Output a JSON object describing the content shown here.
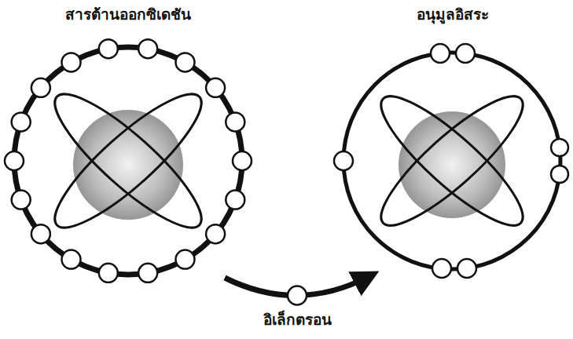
{
  "diagram": {
    "nodes": [
      {
        "text": [
          "สารต้านออกซิเดชัน"
        ]
      },
      {
        "text": [
          "อนุมูลอิสระ"
        ]
      }
    ],
    "edges": [
      {
        "from": 0,
        "to": 1,
        "arrow": "to",
        "label": "อิเล็กตรอน"
      }
    ]
  }
}
